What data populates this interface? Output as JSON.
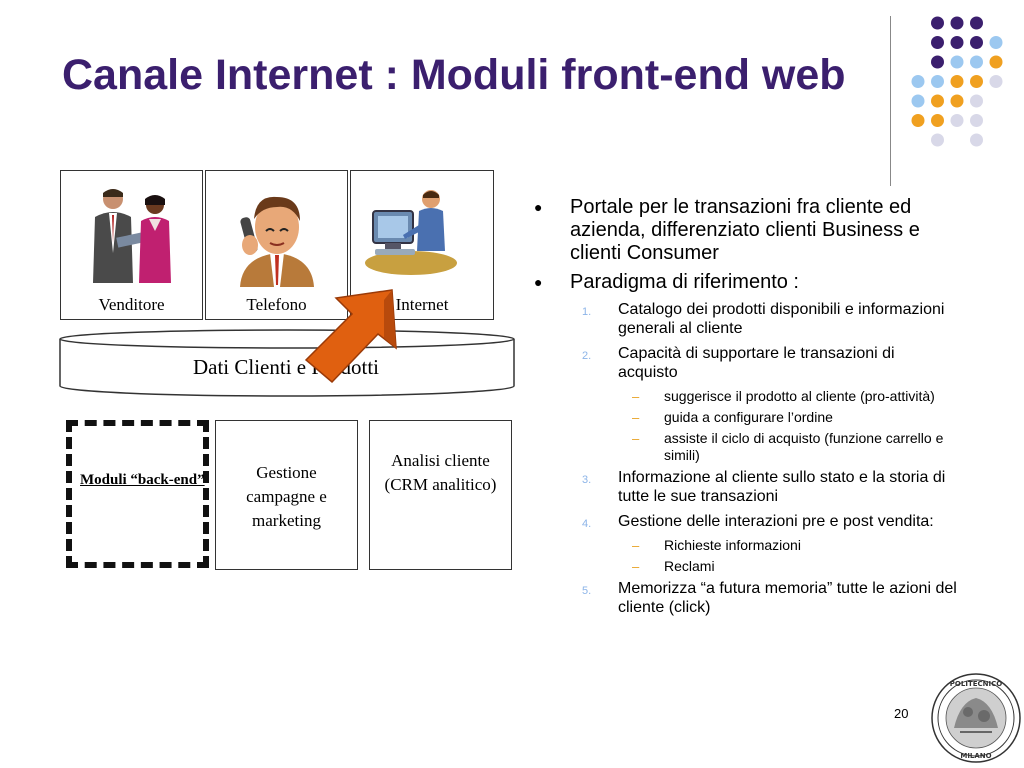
{
  "slide": {
    "title": "Canale Internet : Moduli front-end web",
    "page_number": "20"
  },
  "diagram": {
    "channels": [
      {
        "label": "Venditore",
        "icon": "salespeople-clipart"
      },
      {
        "label": "Telefono",
        "icon": "phone-call-clipart"
      },
      {
        "label": "Internet",
        "icon": "computer-user-clipart"
      }
    ],
    "database_label": "Dati Clienti e Prodotti",
    "backend_label": "Moduli “back-end”",
    "modules": [
      "Gestione campagne e marketing",
      "Analisi cliente (CRM analitico)"
    ],
    "arrow_color": "#e06010"
  },
  "bullets": [
    {
      "level": 1,
      "marker": "●",
      "text": "Portale per le transazioni fra cliente ed azienda, differenziato clienti Business  e clienti Consumer"
    },
    {
      "level": 1,
      "marker": "●",
      "text": "Paradigma di riferimento :"
    },
    {
      "level": 2,
      "marker": "1.",
      "text": "Catalogo dei prodotti disponibili e informazioni generali al cliente"
    },
    {
      "level": 2,
      "marker": "2.",
      "text": "Capacità di supportare le transazioni di acquisto"
    },
    {
      "level": 3,
      "marker": "–",
      "text": "suggerisce il prodotto al cliente (pro-attività)"
    },
    {
      "level": 3,
      "marker": "–",
      "text": "guida  a configurare l’ordine"
    },
    {
      "level": 3,
      "marker": "–",
      "text": "assiste il ciclo di acquisto (funzione carrello e simili)"
    },
    {
      "level": 2,
      "marker": "3.",
      "text": "Informazione al cliente sullo stato e la storia di tutte le sue transazioni"
    },
    {
      "level": 2,
      "marker": "4.",
      "text": "Gestione delle interazioni pre e post vendita:"
    },
    {
      "level": 3,
      "marker": "–",
      "text": "Richieste informazioni"
    },
    {
      "level": 3,
      "marker": "–",
      "text": "Reclami"
    },
    {
      "level": 2,
      "marker": "5.",
      "text": "Memorizza “a futura memoria” tutte le azioni del cliente (click)"
    }
  ],
  "theme": {
    "title_color": "#3b1f6e",
    "dot_colors": [
      "#3b1f6e",
      "#9cc8f0",
      "#f0a020",
      "#d8d8e8"
    ]
  },
  "logo": {
    "text": "POLITECNICO MILANO"
  }
}
